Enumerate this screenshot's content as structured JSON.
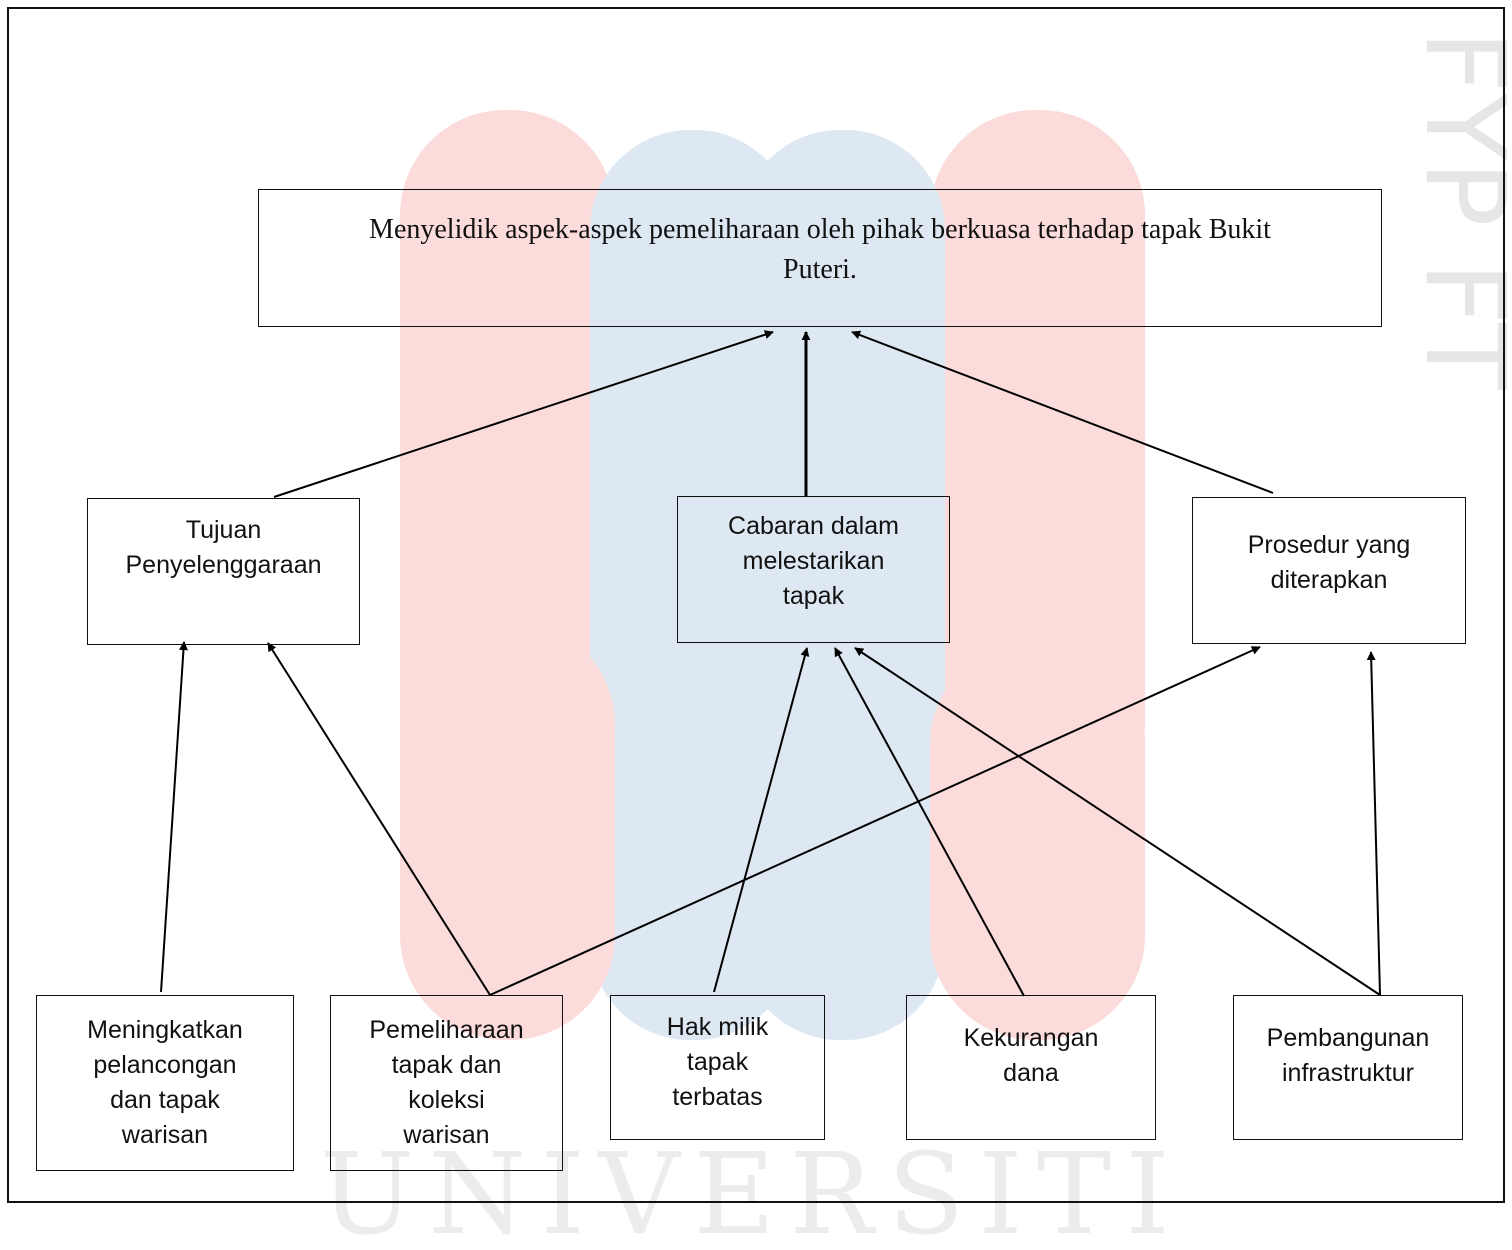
{
  "diagram": {
    "top": "Menyelidik aspek-aspek pemeliharaan oleh pihak berkuasa terhadap tapak Bukit\nPuteri.",
    "middle": {
      "tujuan": "Tujuan\nPenyelenggaraan",
      "cabaran": "Cabaran dalam\nmelestarikan\ntapak",
      "prosedur": "Prosedur yang\nditerapkan"
    },
    "bottom": {
      "meningkatkan": "Meningkatkan\npelancongan\ndan tapak\nwarisan",
      "pemeliharaan": "Pemeliharaan\ntapak dan\nkoleksi\nwarisan",
      "hak_milik": "Hak milik\ntapak\nterbatas",
      "dana": "Kekurangan\ndana",
      "infrastruktur": "Pembangunan\ninfrastruktur"
    },
    "edges": [
      [
        "tujuan",
        "top"
      ],
      [
        "cabaran",
        "top"
      ],
      [
        "prosedur",
        "top"
      ],
      [
        "meningkatkan",
        "tujuan"
      ],
      [
        "pemeliharaan",
        "tujuan"
      ],
      [
        "pemeliharaan",
        "prosedur"
      ],
      [
        "hak_milik",
        "cabaran"
      ],
      [
        "dana",
        "cabaran"
      ],
      [
        "infrastruktur",
        "cabaran"
      ],
      [
        "infrastruktur",
        "prosedur"
      ]
    ]
  },
  "watermark": {
    "text": "UNIVERSITI",
    "side_text": "FYP FTKW",
    "colors": {
      "red": "#f6c4c1",
      "blue": "#c6d9ea",
      "gray": "#e9e9e9"
    }
  }
}
